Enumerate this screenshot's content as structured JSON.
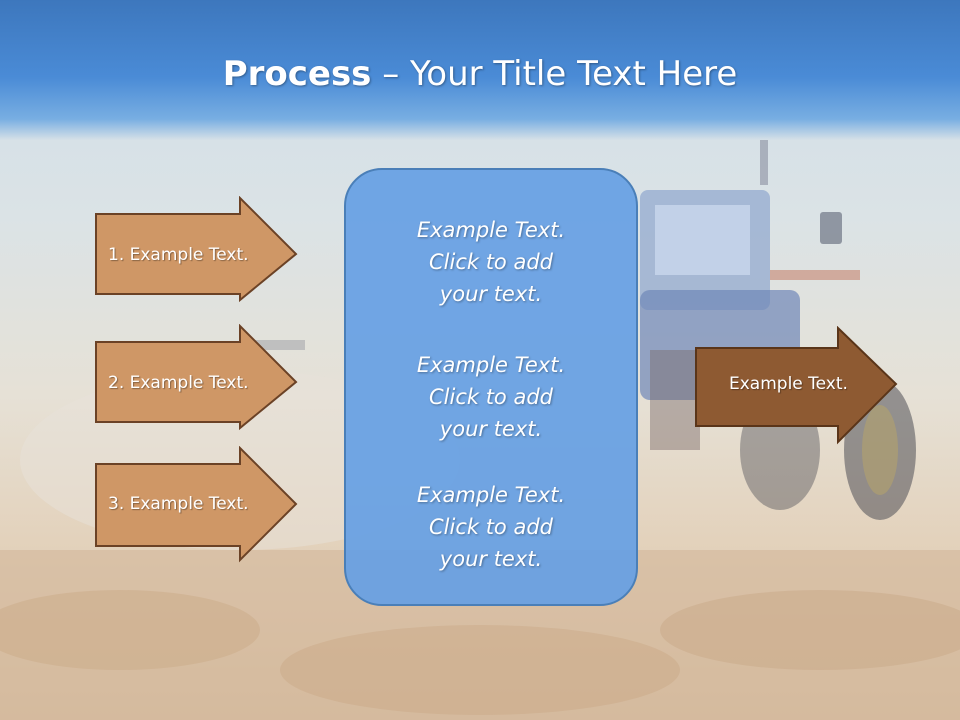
{
  "title": {
    "bold": "Process",
    "rest": " – Your Title Text Here"
  },
  "left_steps": [
    {
      "label": "1. Example Text."
    },
    {
      "label": "2. Example Text."
    },
    {
      "label": "3. Example Text."
    }
  ],
  "center": {
    "paragraphs": [
      {
        "line1": "Example Text.",
        "line2": "Click  to add",
        "line3": "your text."
      },
      {
        "line1": "Example Text.",
        "line2": "Click  to add",
        "line3": "your text."
      },
      {
        "line1": "Example Text.",
        "line2": "Click  to add",
        "line3": "your text."
      }
    ]
  },
  "right_arrow": {
    "label": "Example Text."
  },
  "colors": {
    "header_blue": "#4a8bd6",
    "step_arrow_fill": "#cf9766",
    "step_arrow_stroke": "#6b4226",
    "right_arrow_fill": "#8e5a32",
    "center_box_fill": "#66a0e4"
  }
}
